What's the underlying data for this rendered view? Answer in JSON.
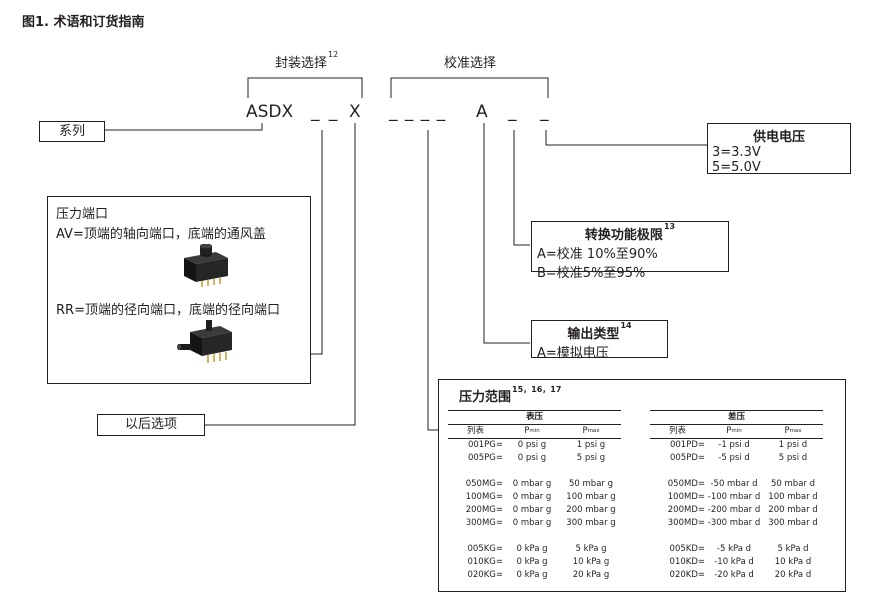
{
  "title": "图1. 术语和订货指南",
  "package_label": "封装选择",
  "package_sup": "12",
  "calibration_label": "校准选择",
  "code_prefix": "ASDX",
  "code_blank1": "_ _",
  "code_x": "X",
  "code_blank2": "_ _ _ _",
  "code_a": "A",
  "code_blank3": "_",
  "code_blank4": "_",
  "series_label": "系列",
  "options_label": "以后选项",
  "supply": {
    "title": "供电电压",
    "line1": "3=3.3V",
    "line2": "5=5.0V"
  },
  "transfer": {
    "title": "转换功能极限",
    "sup": "13",
    "line1": "A=校准 10%至90%",
    "line2": "B=校准5%至95%"
  },
  "output": {
    "title": "输出类型",
    "sup": "14",
    "line1": "A=模拟电压"
  },
  "port": {
    "title": "压力端口",
    "av": "AV=顶端的轴向端口，底端的通风盖",
    "rr": "RR=顶端的径向端口，底端的径向端口"
  },
  "pressure": {
    "title": "压力范围",
    "sup": "15，16，17",
    "gauge_title": "表压",
    "diff_title": "差压",
    "col_list": "列表",
    "col_pmin": "P",
    "col_pmin_sub": "min",
    "col_pmax": "P",
    "col_pmax_sub": "max",
    "gauge_rows": [
      [
        "001PG=",
        "0 psi g",
        "1 psi g"
      ],
      [
        "005PG=",
        "0 psi g",
        "5 psi g"
      ],
      [
        "",
        "",
        ""
      ],
      [
        "050MG=",
        "0 mbar g",
        "50 mbar g"
      ],
      [
        "100MG=",
        "0 mbar g",
        "100 mbar g"
      ],
      [
        "200MG=",
        "0 mbar g",
        "200 mbar g"
      ],
      [
        "300MG=",
        "0 mbar g",
        "300 mbar g"
      ],
      [
        "",
        "",
        ""
      ],
      [
        "005KG=",
        "0 kPa g",
        "5 kPa g"
      ],
      [
        "010KG=",
        "0 kPa g",
        "10 kPa g"
      ],
      [
        "020KG=",
        "0 kPa g",
        "20 kPa g"
      ]
    ],
    "diff_rows": [
      [
        "001PD=",
        "-1 psi d",
        "1 psi d"
      ],
      [
        "005PD=",
        "-5 psi d",
        "5 psi d"
      ],
      [
        "",
        "",
        ""
      ],
      [
        "050MD=",
        "-50 mbar d",
        "50 mbar d"
      ],
      [
        "100MD=",
        "-100 mbar d",
        "100 mbar d"
      ],
      [
        "200MD=",
        "-200 mbar d",
        "200 mbar d"
      ],
      [
        "300MD=",
        "-300 mbar d",
        "300 mbar d"
      ],
      [
        "",
        "",
        ""
      ],
      [
        "005KD=",
        "-5 kPa d",
        "5 kPa d"
      ],
      [
        "010KD=",
        "-10 kPa d",
        "10 kPa d"
      ],
      [
        "020KD=",
        "-20 kPa d",
        "20 kPa d"
      ]
    ]
  }
}
